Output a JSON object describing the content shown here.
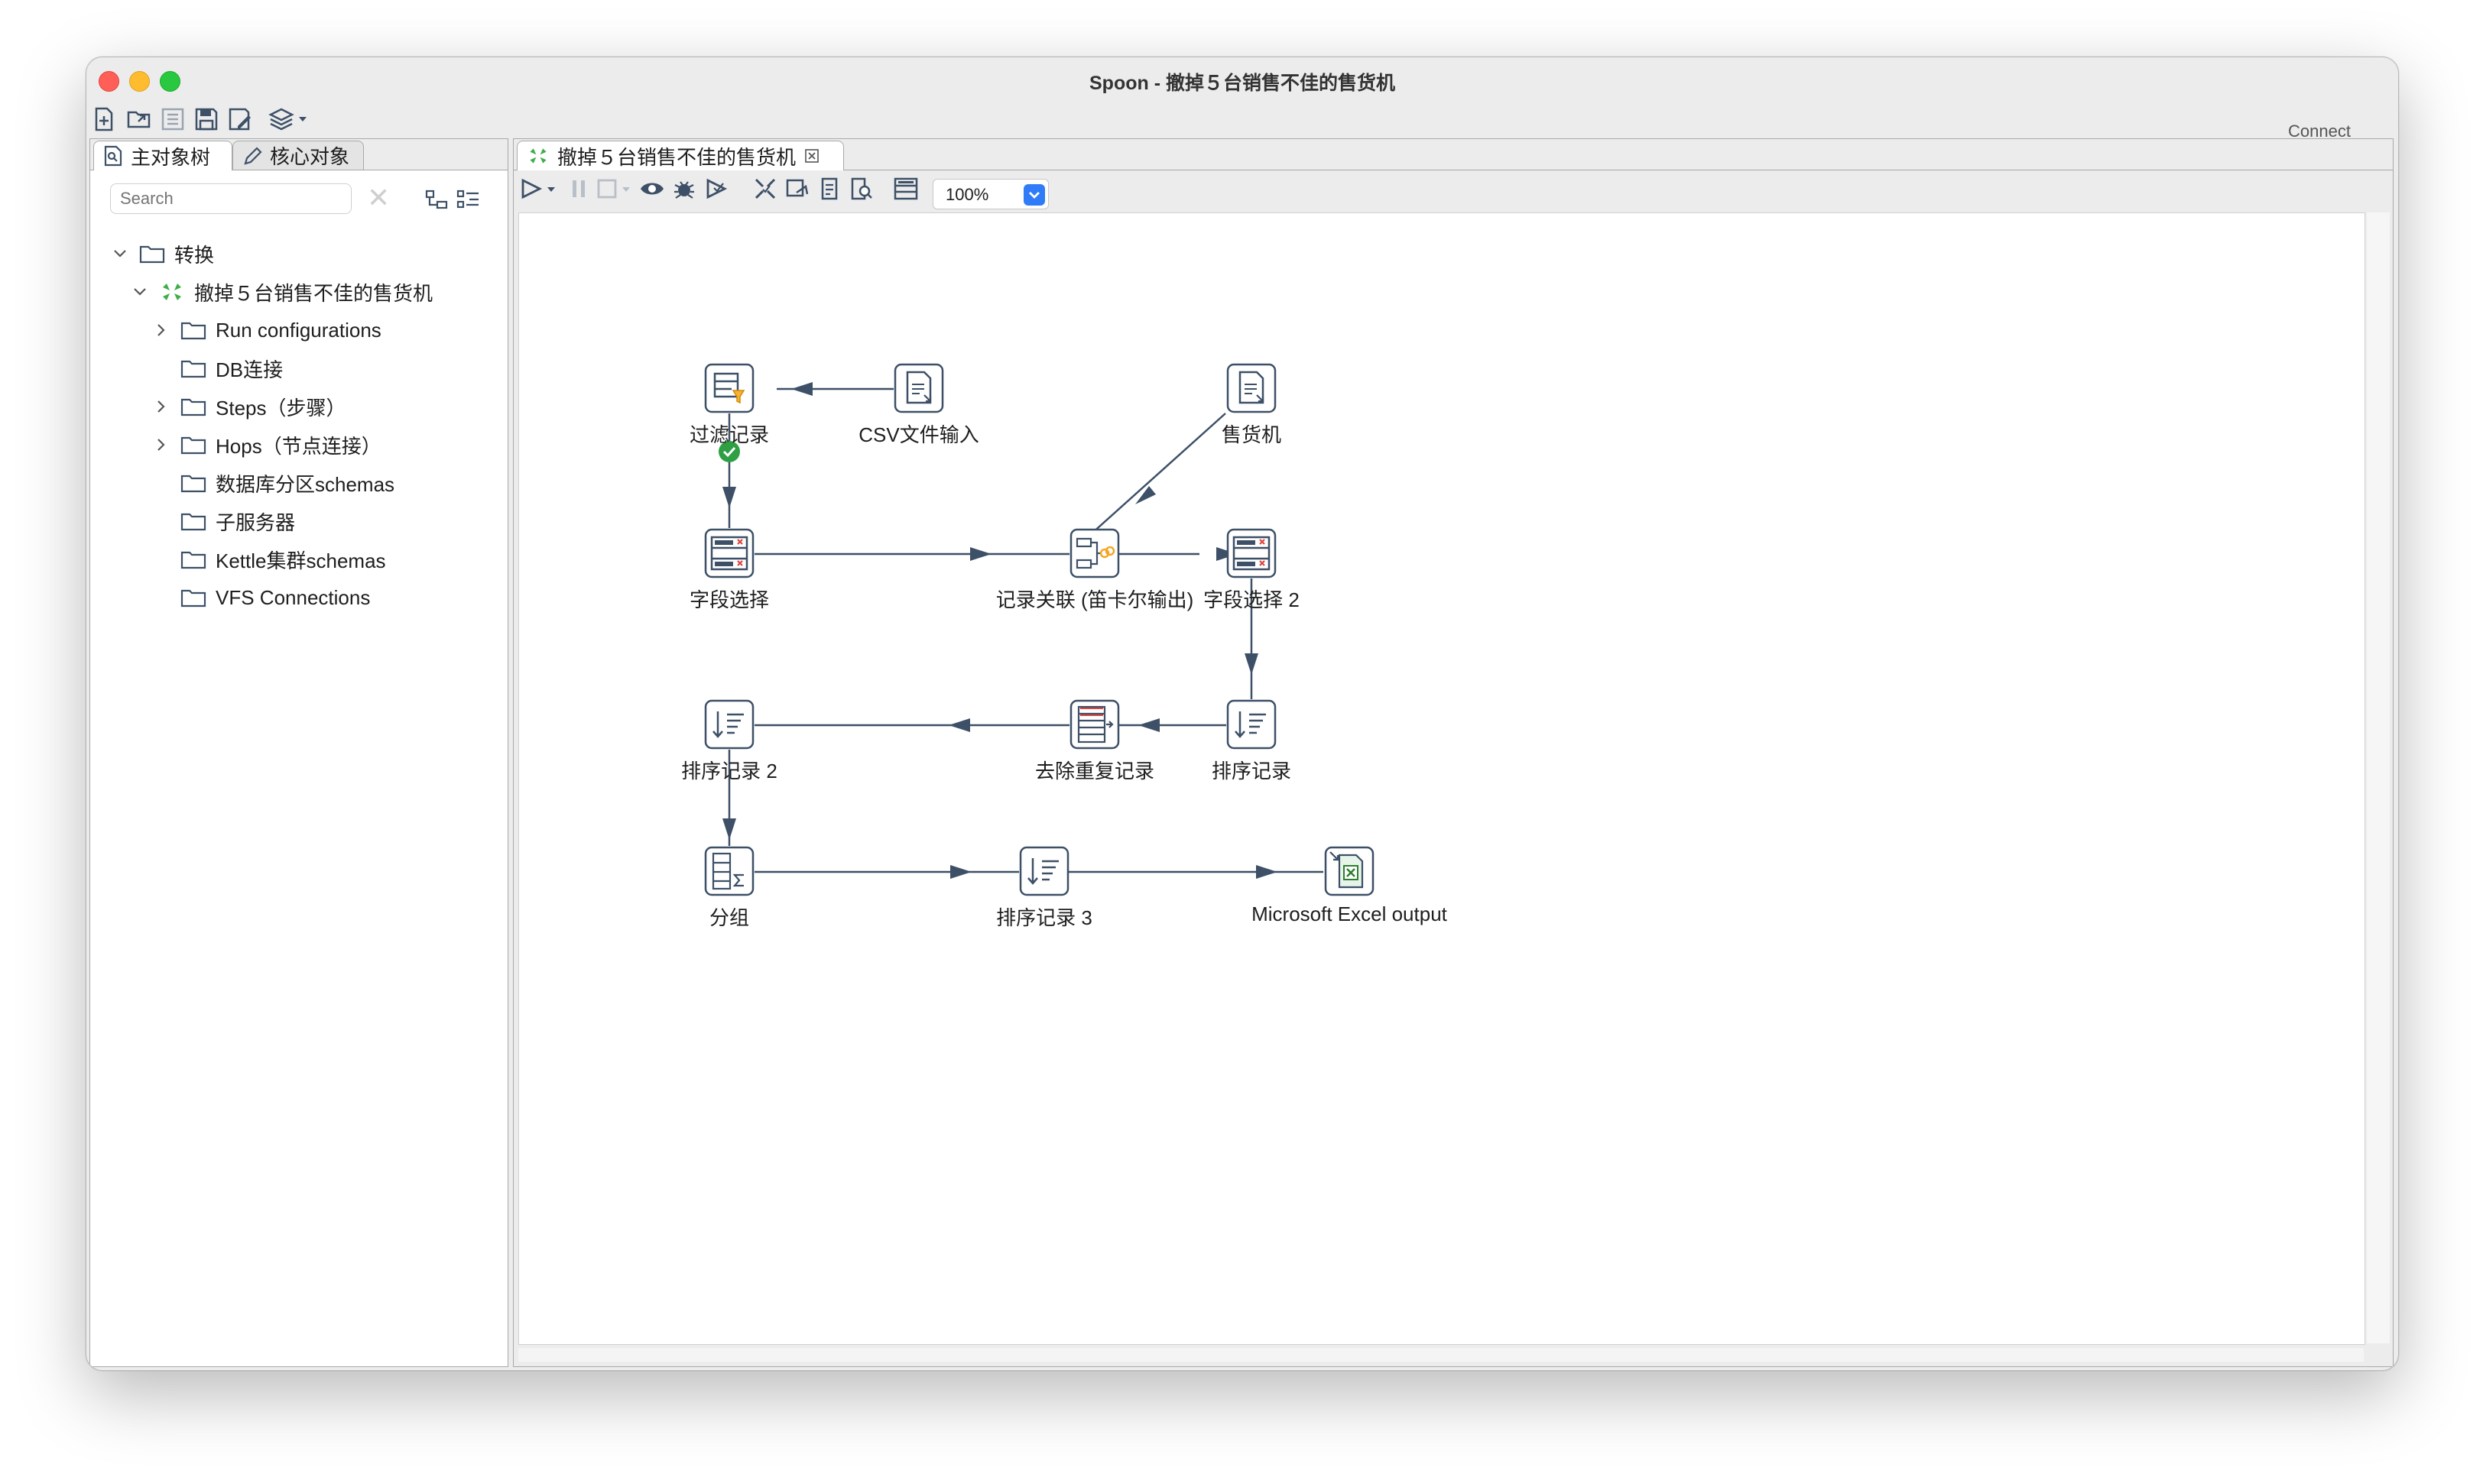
{
  "window": {
    "title": "Spoon - 撤掉５台销售不佳的售货机"
  },
  "toolbar": {
    "connect_label": "Connect"
  },
  "left_panel": {
    "tabs": [
      {
        "label": "主对象树",
        "icon": "search-doc-icon"
      },
      {
        "label": "核心对象",
        "icon": "pencil-icon"
      }
    ],
    "search_placeholder": "Search",
    "tree": [
      {
        "label": "转换",
        "level": 0,
        "expanded": true
      },
      {
        "label": "撤掉５台销售不佳的售货机",
        "level": 1,
        "expanded": true,
        "icon": "transformation-icon"
      },
      {
        "label": "Run configurations",
        "level": 2,
        "expandable": true
      },
      {
        "label": "DB连接",
        "level": 2,
        "expandable": false
      },
      {
        "label": "Steps（步骤）",
        "level": 2,
        "expandable": true
      },
      {
        "label": "Hops（节点连接）",
        "level": 2,
        "expandable": true
      },
      {
        "label": "数据库分区schemas",
        "level": 2,
        "expandable": false
      },
      {
        "label": "子服务器",
        "level": 2,
        "expandable": false
      },
      {
        "label": "Kettle集群schemas",
        "level": 2,
        "expandable": false
      },
      {
        "label": "VFS Connections",
        "level": 2,
        "expandable": false
      }
    ]
  },
  "editor": {
    "tab_label": "撤掉５台销售不佳的售货机",
    "zoom_value": "100%",
    "steps": {
      "filter": "过滤记录",
      "csv_input": "CSV文件输入",
      "vending": "售货机",
      "select1": "字段选择",
      "join": "记录关联 (笛卡尔输出)",
      "select2": "字段选择 2",
      "sort2": "排序记录 2",
      "dedupe": "去除重复记录",
      "sort1": "排序记录",
      "group": "分组",
      "sort3": "排序记录 3",
      "excel": "Microsoft Excel output"
    }
  },
  "colors": {
    "accent": "#2f7cf6",
    "hop": "#3d5067",
    "ok": "#2ea043"
  }
}
